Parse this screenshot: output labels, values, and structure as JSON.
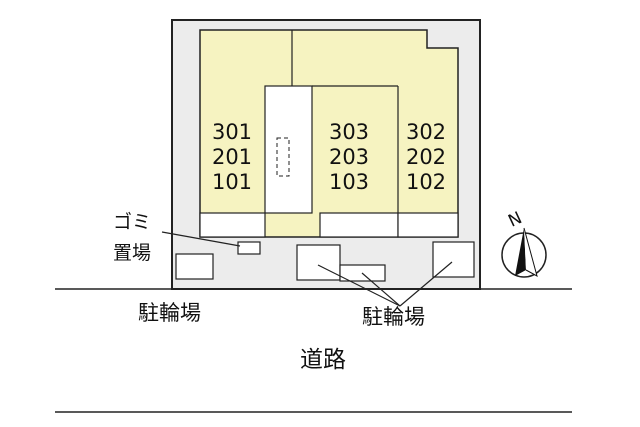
{
  "units": {
    "left_column": [
      "301",
      "201",
      "101"
    ],
    "center_column": [
      "303",
      "203",
      "103"
    ],
    "right_column": [
      "302",
      "202",
      "102"
    ]
  },
  "labels": {
    "garbage_line1": "ゴミ",
    "garbage_line2": "置場",
    "bicycle_left": "駐輪場",
    "bicycle_right": "駐輪場",
    "road": "道路",
    "north": "N"
  },
  "colors": {
    "lot": "#ececec",
    "building": "#f6f3c1",
    "outline": "#222222"
  }
}
